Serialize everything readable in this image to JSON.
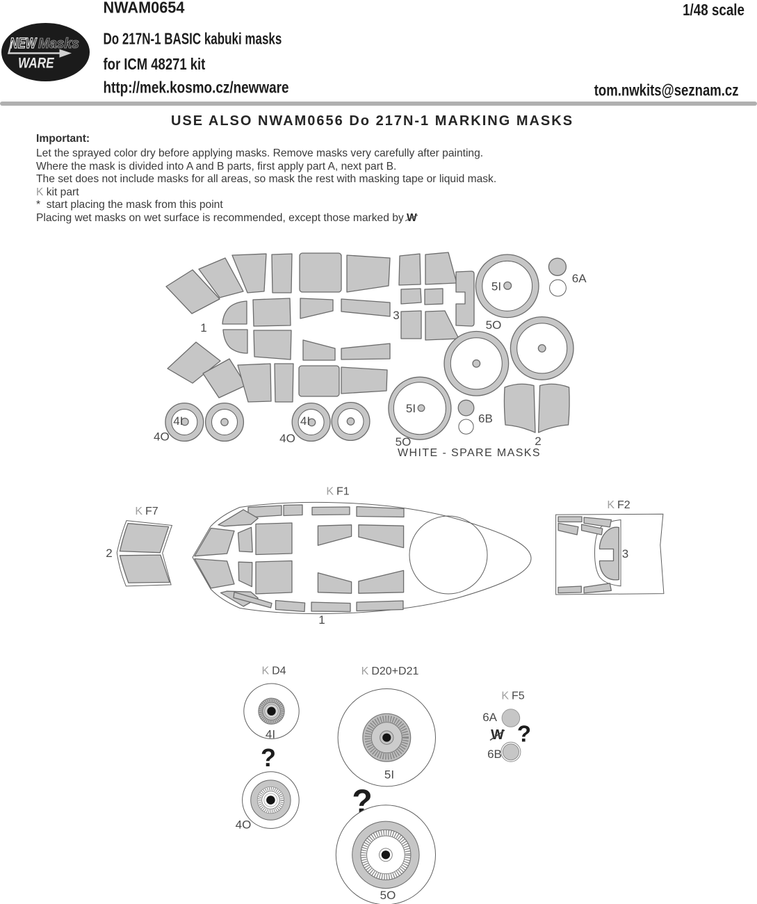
{
  "header": {
    "logo": {
      "word1": "NEW",
      "word2": "Masks",
      "word3": "WARE"
    },
    "product_code": "NWAM0654",
    "subtitle1": "Do 217N-1 BASIC kabuki masks",
    "subtitle2": "for ICM 48271 kit",
    "website": "http://mek.kosmo.cz/newware",
    "scale": "1/48 scale",
    "email": "tom.nwkits@seznam.cz"
  },
  "notice": "USE ALSO NWAM0656 Do 217N-1 MARKING MASKS",
  "instructions": {
    "heading": "Important:",
    "line1": "Let the sprayed color dry before applying masks. Remove masks very carefully after painting.",
    "line2": "Where the mask is divided into A and B parts, first apply part A, next part B.",
    "line3": "The set does not include masks for all areas, so mask the rest with masking tape or liquid mask.",
    "kit_symbol": "K",
    "kit_text": " kit part",
    "star_line": "*  start placing the mask from this point",
    "wet_prefix": "Placing wet masks on wet surface is recommended, except those marked by ",
    "wet_symbol": "W"
  },
  "sprue": {
    "label_1": "1",
    "label_3": "3",
    "ring_top_label": "5I",
    "ring_top_sub": "5O",
    "disc_a_label": "6A",
    "disc_b_label": "6B",
    "book_label": "2",
    "wheel_inner_label": "4I",
    "wheel_outer_label": "4O",
    "ring_bottom_label": "5I",
    "ring_bottom_sub": "5O",
    "caption": "WHITE - SPARE MASKS"
  },
  "sections": {
    "kf1": {
      "prefix": "K",
      "name": "F1",
      "part": "1"
    },
    "kf7": {
      "prefix": "K",
      "name": "F7",
      "part": "2"
    },
    "kf2": {
      "prefix": "K",
      "name": "F2",
      "part": "3"
    },
    "kd4": {
      "prefix": "K",
      "name": "D4",
      "inner": "4I",
      "outer": "4O",
      "question": "?"
    },
    "kd20": {
      "prefix": "K",
      "name": "D20+D21",
      "inner": "5I",
      "outer": "5O",
      "question": "?"
    },
    "kf5": {
      "prefix": "K",
      "name": "F5",
      "a": "6A",
      "b": "6B",
      "wet": "W",
      "question": "?"
    }
  },
  "colors": {
    "mask_fill": "#c6c6c6",
    "mask_stroke": "#6b6b6b",
    "rule": "#b0b0b0",
    "logo_bg": "#1b1b1b"
  }
}
